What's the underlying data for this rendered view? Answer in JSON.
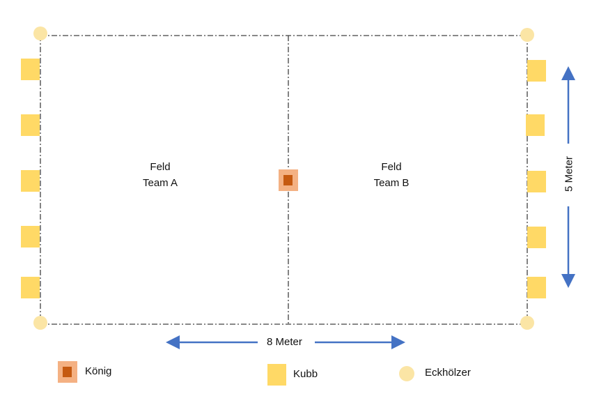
{
  "field_a": {
    "line1": "Feld",
    "line2": "Team A"
  },
  "field_b": {
    "line1": "Feld",
    "line2": "Team B"
  },
  "dimensions": {
    "width_label": "8 Meter",
    "height_label": "5 Meter"
  },
  "legend": {
    "koenig": "König",
    "kubb": "Kubb",
    "eckhoelzer": "Eckhölzer"
  },
  "colors": {
    "kubb": "#FFD966",
    "corner_stake": "#FBE5A5",
    "king_outer": "#F4B183",
    "king_inner": "#C55A11",
    "arrow": "#4472C4",
    "field_line": "#404040"
  }
}
